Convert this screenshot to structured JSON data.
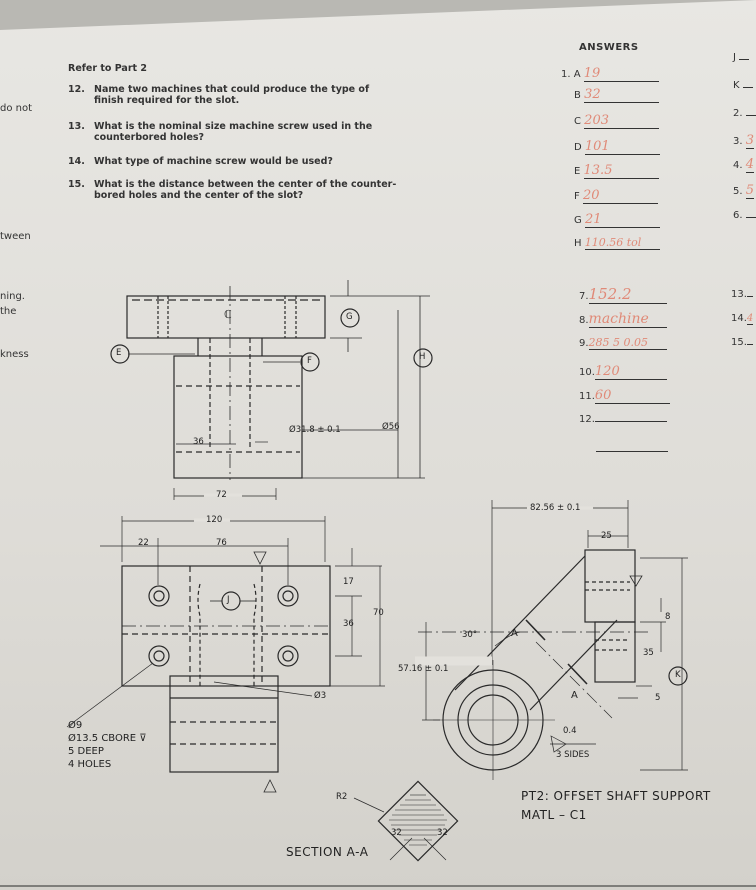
{
  "left_margin": [
    "do not",
    "tween",
    "ning.",
    "the",
    "kness"
  ],
  "refer": "Refer to Part 2",
  "questions": [
    {
      "num": "12.",
      "lines": [
        "Name two machines that could produce the type of",
        "finish required for the slot."
      ]
    },
    {
      "num": "13.",
      "lines": [
        "What is the nominal size machine screw used in the",
        "counterbored holes?"
      ]
    },
    {
      "num": "14.",
      "lines": [
        "What type of machine screw would be used?"
      ]
    },
    {
      "num": "15.",
      "lines": [
        "What is the distance between the center of the counter-",
        "bored holes and the center of the slot?"
      ]
    }
  ],
  "answers_header": "ANSWERS",
  "answers_1": [
    {
      "label": "1. A",
      "value": "19"
    },
    {
      "label": "B",
      "value": "32"
    },
    {
      "label": "C",
      "value": "203"
    },
    {
      "label": "D",
      "value": "101"
    },
    {
      "label": "E",
      "value": "13.5"
    },
    {
      "label": "F",
      "value": "20"
    },
    {
      "label": "G",
      "value": "21"
    },
    {
      "label": "H",
      "value": "110.56 tol"
    }
  ],
  "answers_2": [
    {
      "label": "7.",
      "value": "152.2"
    },
    {
      "label": "8.",
      "value": "machine"
    },
    {
      "label": "9.",
      "value": "285 5 0.05"
    },
    {
      "label": "10.",
      "value": "120"
    },
    {
      "label": "11.",
      "value": "60"
    },
    {
      "label": "12.",
      "value": ""
    }
  ],
  "right_col_1": [
    {
      "label": "J",
      "value": ""
    },
    {
      "label": "K",
      "value": ""
    },
    {
      "label": "2.",
      "value": ""
    },
    {
      "label": "3.",
      "value": "3"
    },
    {
      "label": "4.",
      "value": "4"
    },
    {
      "label": "5.",
      "value": "5"
    },
    {
      "label": "6.",
      "value": ""
    }
  ],
  "right_col_2": [
    {
      "label": "13.",
      "value": ""
    },
    {
      "label": "14.",
      "value": "4"
    },
    {
      "label": "15.",
      "value": ""
    }
  ],
  "front_view": {
    "bubbles": [
      "E",
      "F",
      "G",
      "H"
    ],
    "dims": {
      "d31": "Ø31.8 ± 0.1",
      "d56": "Ø56",
      "d36": "36",
      "d72": "72",
      "cl": "ℂ"
    }
  },
  "top_view": {
    "bubbles": [
      "J"
    ],
    "dims": {
      "d120": "120",
      "d22": "22",
      "d76": "76",
      "d17": "17",
      "d36": "36",
      "d70": "70",
      "d03": "Ø3"
    },
    "hole_note": [
      "Ø9",
      "Ø13.5 CBORE ⊽",
      "5 DEEP",
      "4 HOLES"
    ]
  },
  "side_view": {
    "bubbles": [
      "K"
    ],
    "dims": {
      "d82": "82.56 ± 0.1",
      "d25": "25",
      "d8": "8",
      "d35": "35",
      "d5": "5",
      "d57": "57.16 ± 0.1",
      "angle": "30°",
      "a1": "A",
      "a2": "A",
      "chamfer": "0.4",
      "sides": "3 SIDES"
    }
  },
  "section": {
    "title": "SECTION A-A",
    "r2": "R2",
    "d32a": "32",
    "d32b": "32"
  },
  "part_title": [
    "PT2: OFFSET SHAFT SUPPORT",
    "MATL – C1"
  ]
}
